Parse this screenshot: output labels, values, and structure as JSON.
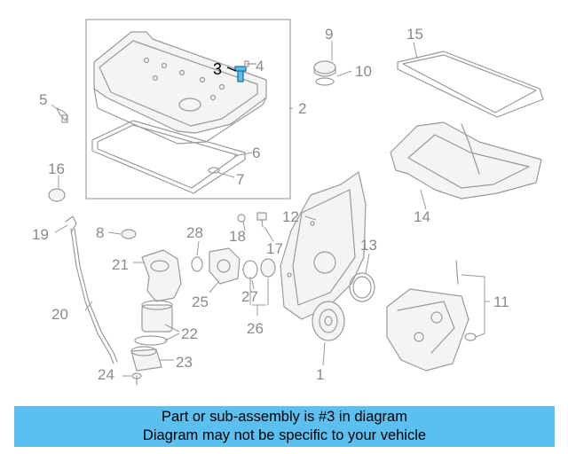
{
  "highlight_color": "#5bc0f0",
  "highlight_part": "3",
  "labels": {
    "p1": "1",
    "p2": "2",
    "p3": "3",
    "p4": "4",
    "p5": "5",
    "p6": "6",
    "p7": "7",
    "p8": "8",
    "p9": "9",
    "p10": "10",
    "p11": "11",
    "p12": "12",
    "p13": "13",
    "p14": "14",
    "p15": "15",
    "p16": "16",
    "p17": "17",
    "p18": "18",
    "p19": "19",
    "p20": "20",
    "p21": "21",
    "p22": "22",
    "p23": "23",
    "p24": "24",
    "p25": "25",
    "p26": "26",
    "p27": "27",
    "p28": "28"
  },
  "banner": {
    "line1": "Part or sub-assembly is #3 in diagram",
    "line2": "Diagram may not be specific to your vehicle"
  }
}
